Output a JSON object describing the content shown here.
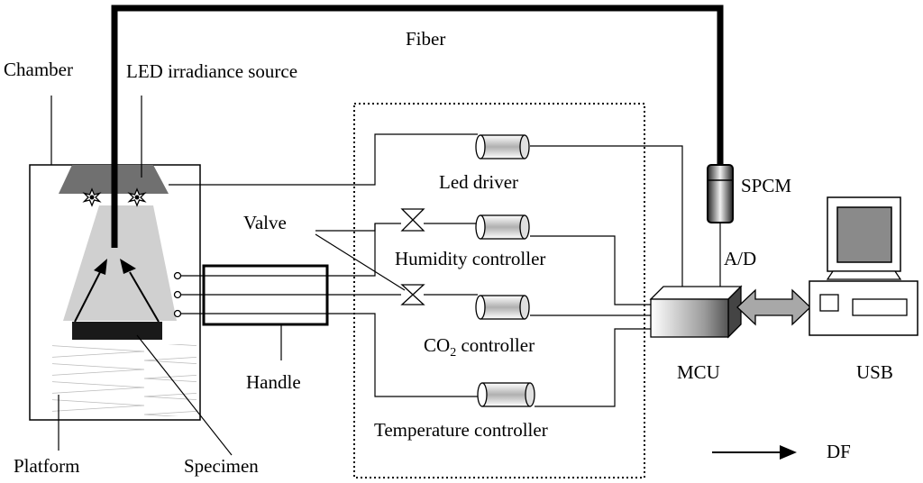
{
  "labels": {
    "fiber": "Fiber",
    "chamber": "Chamber",
    "led_source": "LED irradiance source",
    "led_driver": "Led driver",
    "spcm": "SPCM",
    "valve": "Valve",
    "humidity": "Humidity controller",
    "ad": "A/D",
    "co2_main": "CO",
    "co2_sub": "2",
    "co2_rest": " controller",
    "temperature": "Temperature controller",
    "handle": "Handle",
    "mcu": "MCU",
    "usb": "USB",
    "platform": "Platform",
    "specimen": "Specimen",
    "df": "DF"
  },
  "colors": {
    "line": "#000000",
    "beam": "#d0d0d0",
    "led_housing": "#707070",
    "arrow_fill": "#a8a8a8",
    "screen": "#8a8a8a"
  }
}
